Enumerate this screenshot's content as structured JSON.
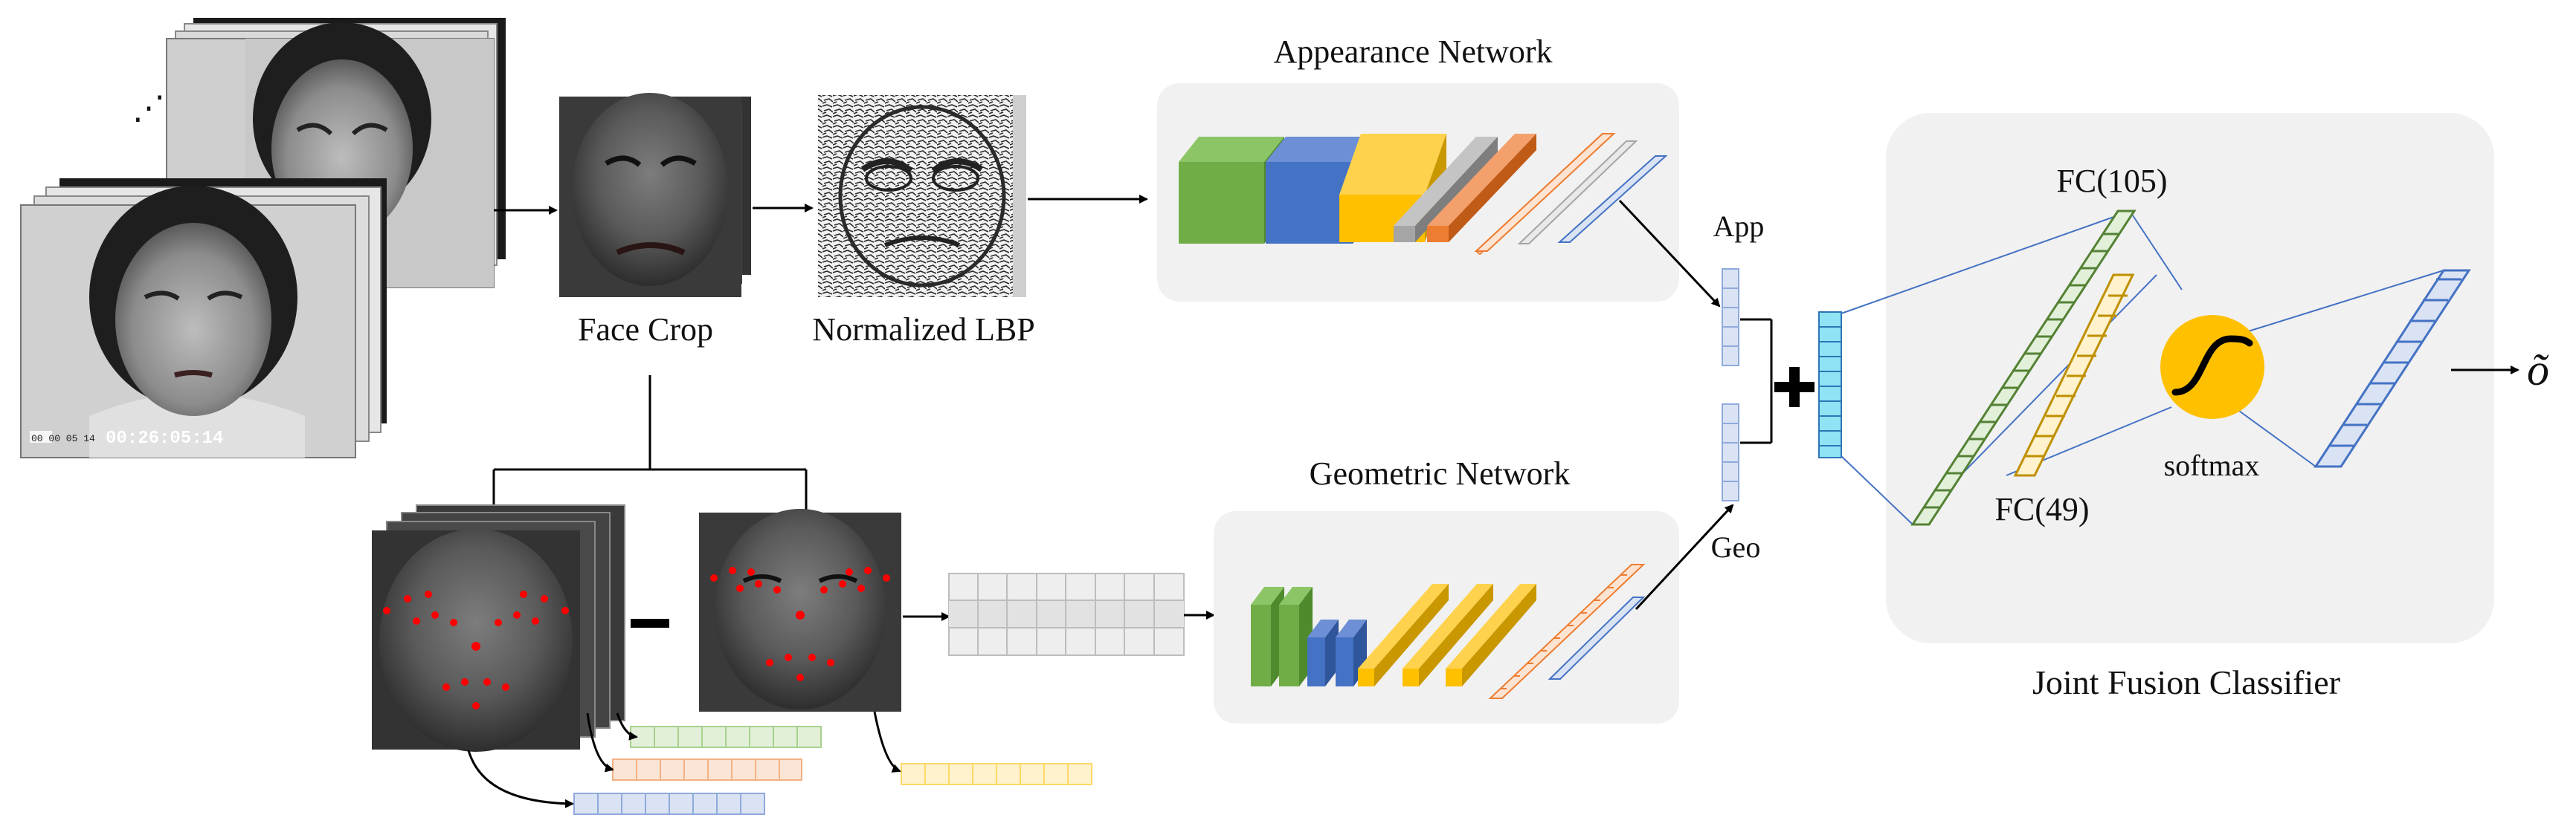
{
  "labels": {
    "face_crop": "Face Crop",
    "normalized_lbp": "Normalized LBP",
    "appearance_network": "Appearance Network",
    "geometric_network": "Geometric Network",
    "app": "App",
    "geo": "Geo",
    "fc105": "FC(105)",
    "fc49": "FC(49)",
    "softmax": "softmax",
    "joint_fusion_classifier": "Joint Fusion Classifier",
    "output_symbol": "õ",
    "timestamp": "00:26:05:14",
    "timestamp_prefix": "00 00 05 14",
    "ellipsis": "⋰"
  },
  "colors": {
    "panel": "#f1f1f1",
    "green": "#70ad47",
    "blue": "#4472c4",
    "yellow": "#ffc000",
    "gray": "#a5a5a5",
    "orange": "#ed7d31",
    "light_blue": "#dae3f3",
    "cyan": "#8fe3f5",
    "landmark": "#ff0000"
  }
}
